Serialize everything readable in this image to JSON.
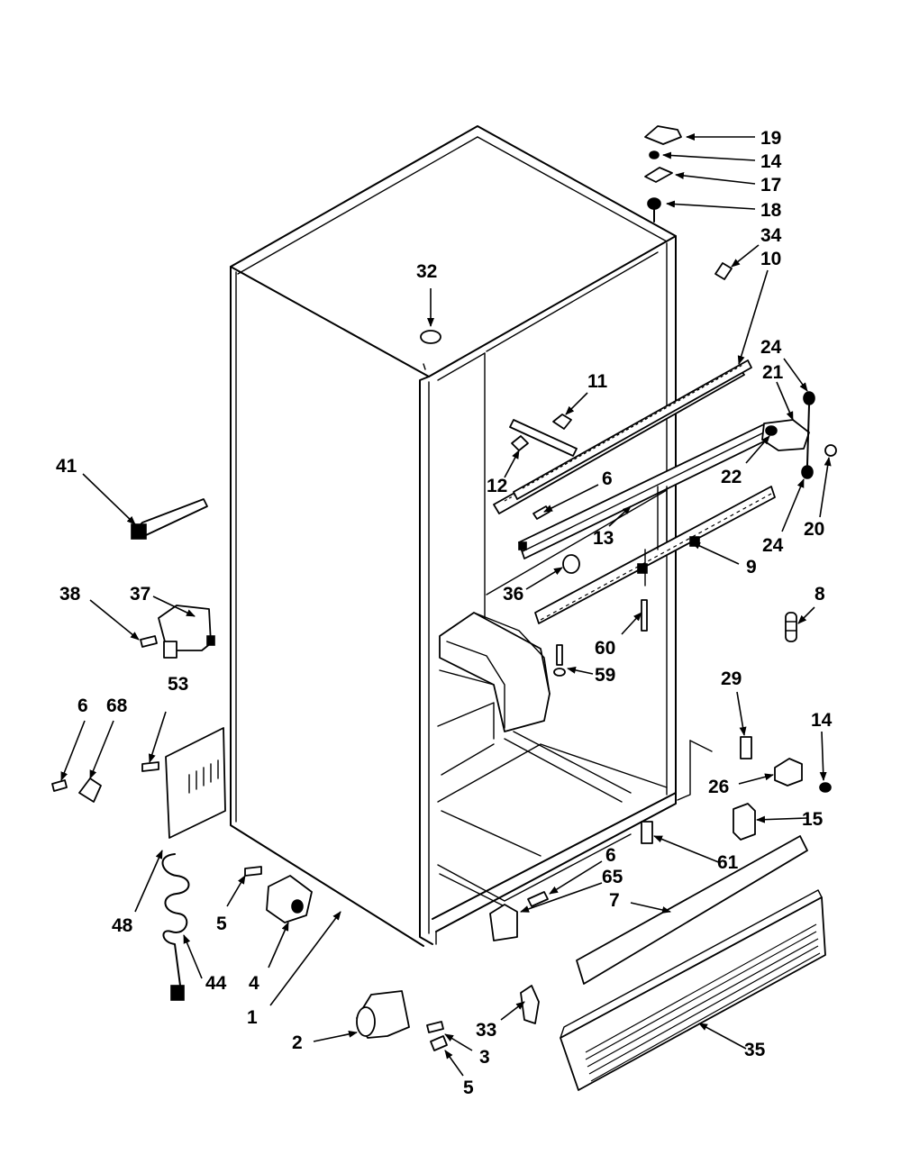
{
  "callouts": [
    "19",
    "14",
    "17",
    "18",
    "34",
    "10",
    "32",
    "11",
    "24",
    "21",
    "12",
    "6",
    "22",
    "41",
    "13",
    "20",
    "36",
    "9",
    "38",
    "37",
    "8",
    "60",
    "59",
    "6",
    "68",
    "53",
    "29",
    "14",
    "26",
    "15",
    "48",
    "61",
    "5",
    "4",
    "1",
    "44",
    "2",
    "3",
    "5",
    "33",
    "6",
    "65",
    "7",
    "35",
    "24"
  ],
  "colors": {
    "line": "#000000",
    "background": "#ffffff"
  }
}
